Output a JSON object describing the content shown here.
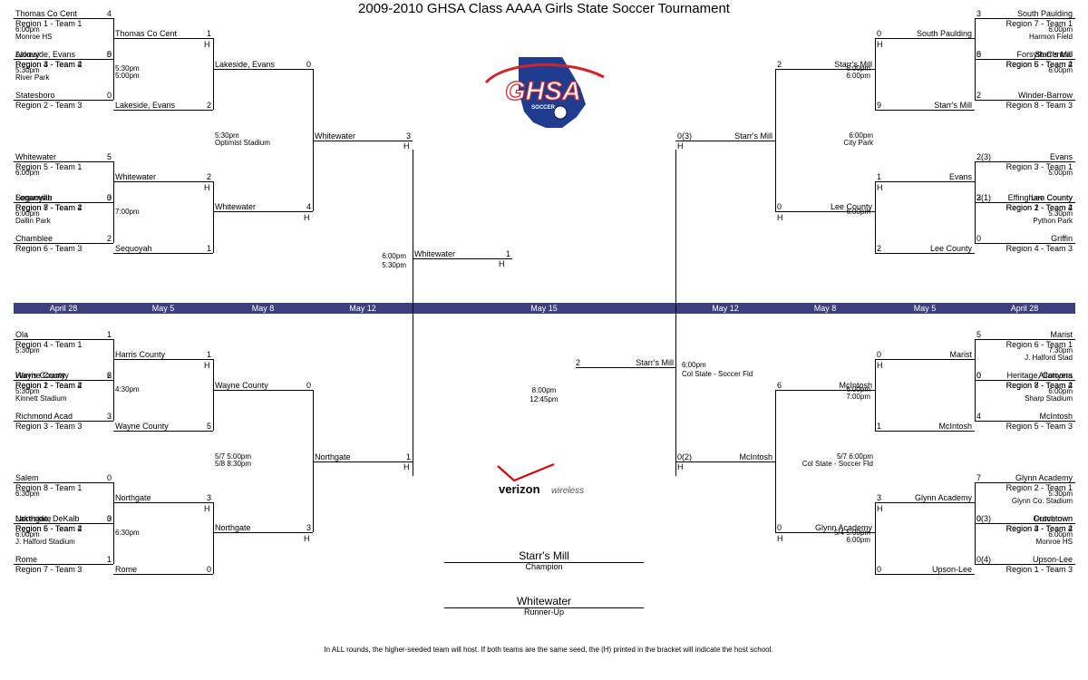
{
  "title": "2009-2010 GHSA Class AAAA Girls State Soccer Tournament",
  "dates": [
    "April 28",
    "May 5",
    "May 8",
    "May 12",
    "May 15",
    "May 12",
    "May 8",
    "May 5",
    "April 28"
  ],
  "left_top": {
    "r1": [
      {
        "t1": "Thomas Co Cent",
        "s1": "4",
        "seed1": "Region 1 - Team 1",
        "t2": "Alcovy",
        "s2": "0",
        "seed2": "Region 4 - Team 4",
        "time": "6:00pm",
        "venue": "Monroe HS"
      },
      {
        "t1": "Lakeside, Evans",
        "s1": "5",
        "seed1": "Region 3 - Team 2",
        "t2": "Statesboro",
        "s2": "0",
        "seed2": "Region 2 - Team 3",
        "time": "5:30pm",
        "venue": "River Park"
      },
      {
        "t1": "Whitewater",
        "s1": "5",
        "seed1": "Region 5 - Team 1",
        "t2": "Loganville",
        "s2": "0",
        "seed2": "Region 8 - Team 4",
        "time": "6:00pm",
        "venue": ""
      },
      {
        "t1": "Sequoyah",
        "s1": "3",
        "seed1": "Region 7 - Team 2",
        "t2": "Chamblee",
        "s2": "2",
        "seed2": "Region 6 - Team 3",
        "time": "6:00pm",
        "venue": "Dallin Park"
      }
    ],
    "r2": [
      {
        "w1": "Thomas Co Cent",
        "s1": "1",
        "w2": "Lakeside, Evans",
        "s2": "2",
        "time1": "5:30pm",
        "time2": "5:00pm"
      },
      {
        "w1": "Whitewater",
        "s1": "2",
        "w2": "Sequoyah",
        "s2": "1",
        "time1": "7:00pm",
        "time2": ""
      }
    ],
    "r3": {
      "w1": "Lakeside, Evans",
      "s1": "0",
      "w2": "Whitewater",
      "s2": "4",
      "time": "5:30pm",
      "venue": "Optimist Stadium"
    },
    "r4": {
      "w": "Whitewater",
      "s": "3"
    }
  },
  "left_bottom": {
    "r1": [
      {
        "t1": "Ola",
        "s1": "1",
        "seed1": "Region 4 - Team 1",
        "t2": "Harris County",
        "s2": "2",
        "seed2": "Region 1 - Team 4",
        "time": "5:30pm",
        "venue": ""
      },
      {
        "t1": "Wayne County",
        "s1": "6",
        "seed1": "Region 2 - Team 2",
        "t2": "Richmond Acad",
        "s2": "3",
        "seed2": "Region 3 - Team 3",
        "time": "5:30pm",
        "venue": "Kinnett Stadium"
      },
      {
        "t1": "Salem",
        "s1": "0",
        "seed1": "Region 8 - Team 1",
        "t2": "Northgate",
        "s2": "3",
        "seed2": "Region 5 - Team 4",
        "time": "6:30pm",
        "venue": ""
      },
      {
        "t1": "Lakeside, DeKalb",
        "s1": "0",
        "seed1": "Region 6 - Team 2",
        "t2": "Rome",
        "s2": "1",
        "seed2": "Region 7 - Team 3",
        "time": "6:00pm",
        "venue": "J. Halford Stadium"
      }
    ],
    "r2": [
      {
        "w1": "Harris County",
        "s1": "1",
        "w2": "Wayne County",
        "s2": "5",
        "time1": "4:30pm"
      },
      {
        "w1": "Northgate",
        "s1": "3",
        "w2": "Rome",
        "s2": "0",
        "time1": "6:30pm"
      }
    ],
    "r3": {
      "w1": "Wayne County",
      "s1": "0",
      "w2": "Northgate",
      "s2": "3",
      "time": "5/7 5:00pm",
      "time2": "5/8 8:30pm"
    },
    "r4": {
      "w": "Northgate",
      "s": "1"
    }
  },
  "left_final": {
    "w": "Whitewater",
    "s": "1",
    "time": "6:00pm",
    "time2": "5:30pm"
  },
  "right_top": {
    "r1": [
      {
        "t1": "South Paulding",
        "s1": "3",
        "seed1": "Region 7 - Team 1",
        "t2": "Forsyth Central",
        "s2": "0",
        "seed2": "Region 6 - Team 4",
        "time": "6:00pm",
        "venue": "Harmon Field"
      },
      {
        "t1": "Starr's Mill",
        "s1": "5",
        "seed1": "Region 5 - Team 2",
        "t2": "Winder-Barrow",
        "s2": "2",
        "seed2": "Region 8 - Team 3",
        "time": "6:00pm",
        "venue": ""
      },
      {
        "t1": "Evans",
        "s1": "2(3)",
        "seed1": "Region 3 - Team 1",
        "t2": "Effingham County",
        "s2": "2(1)",
        "seed2": "Region 2 - Team 4",
        "time": "5:00pm",
        "venue": ""
      },
      {
        "t1": "Lee County",
        "s1": "3",
        "seed1": "Region 1 - Team 2",
        "t2": "Griffin",
        "s2": "0",
        "seed2": "Region 4 - Team 3",
        "time": "5:30pm",
        "venue": "Python Park"
      }
    ],
    "r2": [
      {
        "w1": "South Paulding",
        "s1": "0",
        "w2": "Starr's Mill",
        "s2": "9",
        "time1": "6:00pm",
        "time2": "6:00pm"
      },
      {
        "w1": "Evans",
        "s1": "1",
        "w2": "Lee County",
        "s2": "2",
        "time1": "6:00pm"
      }
    ],
    "r3": {
      "w1": "Starr's Mill",
      "s1": "2",
      "w2": "Lee County",
      "s2": "0",
      "time": "6:00pm",
      "venue": "City Park"
    },
    "r4": {
      "w": "Starr's Mill",
      "s": "0(3)"
    }
  },
  "right_bottom": {
    "r1": [
      {
        "t1": "Marist",
        "s1": "5",
        "seed1": "Region 6 - Team 1",
        "t2": "Allatoona",
        "s2": "0",
        "seed2": "Region 7 - Team 4",
        "time": "7:30pm",
        "venue": "J. Halford Stad"
      },
      {
        "t1": "Heritage, Conyers",
        "s1": "0",
        "seed1": "Region 8 - Team 2",
        "t2": "McIntosh",
        "s2": "4",
        "seed2": "Region 5 - Team 3",
        "time": "6:00pm",
        "venue": "Sharp Stadium"
      },
      {
        "t1": "Glynn Academy",
        "s1": "7",
        "seed1": "Region 2 - Team 1",
        "t2": "Grovetown",
        "s2": "0",
        "seed2": "Region 3 - Team 4",
        "time": "5:30pm",
        "venue": "Glynn Co. Stadium"
      },
      {
        "t1": "Dutchtown",
        "s1": "0(3)",
        "seed1": "Region 4 - Team 2",
        "t2": "Upson-Lee",
        "s2": "0(4)",
        "seed2": "Region 1 - Team 3",
        "time": "6:00pm",
        "venue": "Monroe HS"
      }
    ],
    "r2": [
      {
        "w1": "Marist",
        "s1": "0",
        "w2": "McIntosh",
        "s2": "1",
        "time1": "6:00pm",
        "time2": "7:00pm"
      },
      {
        "w1": "Glynn Academy",
        "s1": "3",
        "w2": "Upson-Lee",
        "s2": "0",
        "time1": "5/4 5:00pm",
        "time2": "6:00pm"
      }
    ],
    "r3": {
      "w1": "McIntosh",
      "s1": "6",
      "w2": "Glynn Academy",
      "s2": "0",
      "time": "5/7 6:00pm",
      "venue": "Col State - Soccer Fld"
    },
    "r4": {
      "w": "McIntosh",
      "s": "0(2)"
    }
  },
  "right_final": {
    "w": "Starr's Mill",
    "s": "2",
    "time": "6:00pm",
    "venue": "Col State - Soccer Fld"
  },
  "final": {
    "time": "8:00pm",
    "time2": "12:45pm"
  },
  "host_mark": "H",
  "champion": {
    "name": "Starr's Mill",
    "label": "Champion"
  },
  "runner_up": {
    "name": "Whitewater",
    "label": "Runner-Up"
  },
  "logos": {
    "ghsa": "GHSA",
    "ghsa_sub": "SOCCER",
    "verizon": "verizon",
    "verizon_sub": "wireless"
  },
  "footnote": "In ALL rounds, the higher-seeded team will host.  If both teams are the same seed, the (H) printed in the bracket will indicate the host school.",
  "colors": {
    "date_bar": "#3b3f7c",
    "ghsa_blue": "#1f3c8f",
    "ghsa_red": "#d2232a",
    "verizon_red": "#cd040b"
  }
}
